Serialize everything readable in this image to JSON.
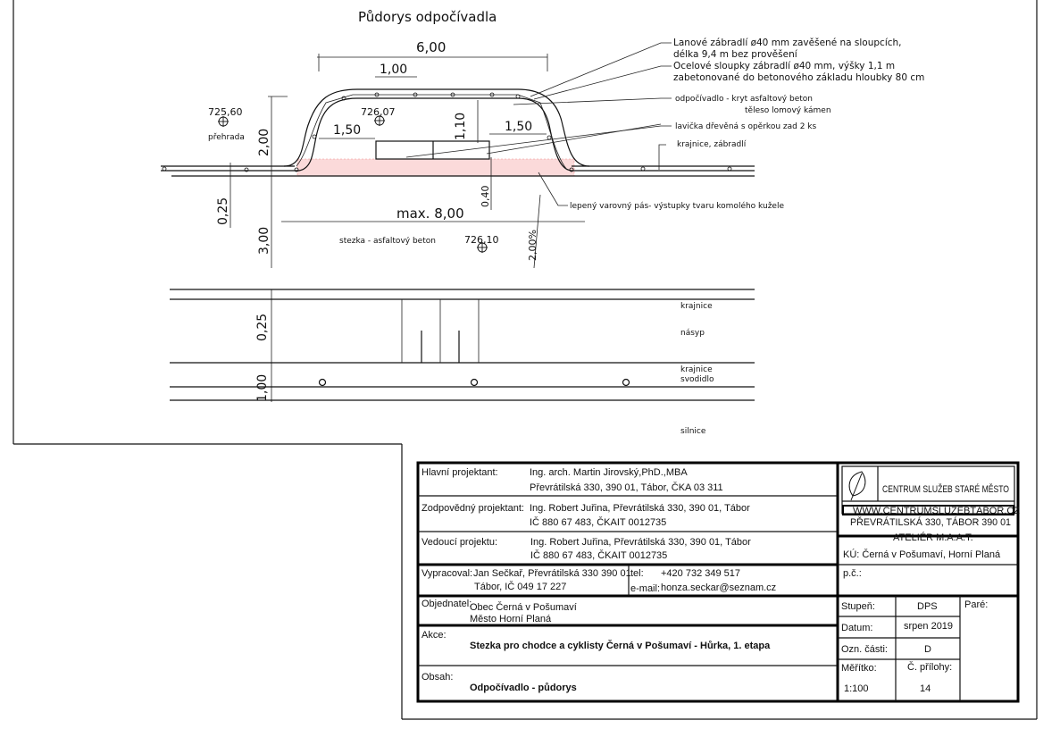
{
  "drawing": {
    "title": "Půdorys odpočívadla",
    "dimensions": {
      "width_top": "6,00",
      "post_spacing": "1,00",
      "left_offset": "1,50",
      "right_offset": "1,50",
      "bench_depth": "1,10",
      "height_rest": "2,00",
      "edge": "0,25",
      "path_width": "3,00",
      "strip": "0,40",
      "max_length": "max. 8,00",
      "slope": "2,00%",
      "lower_edge": "0,25",
      "lower_guard": "1,00"
    },
    "elevations": {
      "dam": "725,60",
      "dam_label": "přehrada",
      "rest_area": "726,07",
      "path": "726,10"
    },
    "labels": {
      "path": "stezka - asfaltový beton",
      "railing_1": "Lanové zábradlí ø40 mm zavěšené na sloupcích,",
      "railing_2": "délka 9,4 m bez prověšení",
      "posts_1": "Ocelové sloupky zábradlí ø40 mm, výšky 1,1 m",
      "posts_2": "zabetonované do betonového základu hloubky 80 cm",
      "rest_1": "odpočívadlo - kryt asfaltový beton",
      "rest_2": "těleso lomový kámen",
      "bench": "lavička dřevěná s opěrkou zad 2 ks",
      "edge_rail": "krajnice, zábradlí",
      "warning_strip": "lepený varovný pás- výstupky tvaru komolého kužele",
      "krajnice_1": "krajnice",
      "nasyp": "násyp",
      "krajnice_2": "krajnice",
      "svodidlo": "svodidlo",
      "silnice": "silnice"
    },
    "colors": {
      "warning_strip": "#f08a8a"
    }
  },
  "title_block": {
    "chief_label": "Hlavní projektant:",
    "chief_1": "Ing. arch. Martin Jirovský,PhD.,MBA",
    "chief_2": "Převrátilská 330, 390 01, Tábor, ČKA 03 311",
    "resp_label": "Zodpovědný projektant:",
    "resp_1": "Ing. Robert Juřina, Převrátilská 330, 390 01, Tábor",
    "resp_2": "IČ 880 67 483, ČKAIT 0012735",
    "lead_label": "Vedoucí projektu:",
    "lead_1": "Ing. Robert Juřina, Převrátilská 330, 390 01, Tábor",
    "lead_2": "IČ 880 67 483, ČKAIT 0012735",
    "drawn_label": "Vypracoval:",
    "drawn_1": "Jan Sečkař, Převrátilská 330 390 01",
    "drawn_2": "Tábor, IČ 049 17 227",
    "tel_label": "tel:",
    "tel": "+420 732 349 517",
    "email_label": "e-mail:",
    "email": "honza.seckar@seznam.cz",
    "client_label": "Objednatel:",
    "client_1": "Obec Černá v Pošumaví",
    "client_2": "Město Horní Planá",
    "action_label": "Akce:",
    "action": "Stezka pro chodce a cyklisty Černá v Pošumaví - Hůrka, 1. etapa",
    "content_label": "Obsah:",
    "content": "Odpočívadlo - půdorys",
    "logo_name": "CENTRUM SLUŽEB STARÉ MĚSTO",
    "logo_web": "WWW.CENTRUMSLUŽEBTÁBOR.CZ",
    "logo_addr": "PŘEVRÁTILSKÁ 330, TÁBOR 390 01",
    "atelier": "ATELIÉR M.A.A.T.",
    "ku": "KÚ: Černá v Pošumaví, Horní Planá",
    "pc": "p.č.:",
    "stage_label": "Stupeň:",
    "stage": "DPS",
    "date_label": "Datum:",
    "date": "srpen 2019",
    "part_label": "Ozn. části:",
    "part": "D",
    "scale_label": "Měřítko:",
    "scale": "1:100",
    "annex_label": "Č. přílohy:",
    "annex": "14",
    "copies_label": "Paré:"
  }
}
